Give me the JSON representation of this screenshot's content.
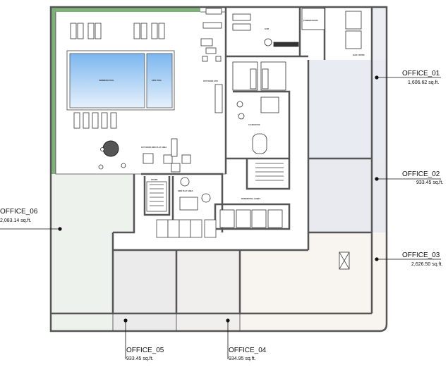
{
  "colors": {
    "office_06": "#edf2ed",
    "office_05": "#ebebeb",
    "office_04": "#f1efed",
    "office_03": "#f8f4ef",
    "office_01": "#e8ebf1",
    "office_02": "#e8eaef",
    "hedge": "#7fb07a",
    "pool": "#8cc0f0"
  },
  "offices": [
    {
      "name": "OFFICE_01",
      "area": "1,606.62 sq.ft."
    },
    {
      "name": "OFFICE_02",
      "area": "933.45 sq.ft."
    },
    {
      "name": "OFFICE_03",
      "area": "2,626.50 sq.ft."
    },
    {
      "name": "OFFICE_04",
      "area": "934.95 sq.ft."
    },
    {
      "name": "OFFICE_05",
      "area": "933.45 sq.ft."
    },
    {
      "name": "OFFICE_06",
      "area": "2,083.14 sq.ft."
    }
  ],
  "rooms": {
    "swimming_pool": "SWIMMING POOL",
    "kids_pool": "KIDS POOL",
    "outdoor_gym": "OUT DOOR GYM",
    "gym": "GYM",
    "clubhouse": "CLUBHOUSE",
    "outdoor_kids_play": "OUT DOOR KIDS PLAY AREA",
    "kids_play": "KIDS PLAY AREA",
    "stairs": "STAIRS",
    "residential_lobby": "RESIDENTIAL LOBBY",
    "powder_room": "POWDER ROOM",
    "elec_room": "ELEC. ROOM"
  }
}
